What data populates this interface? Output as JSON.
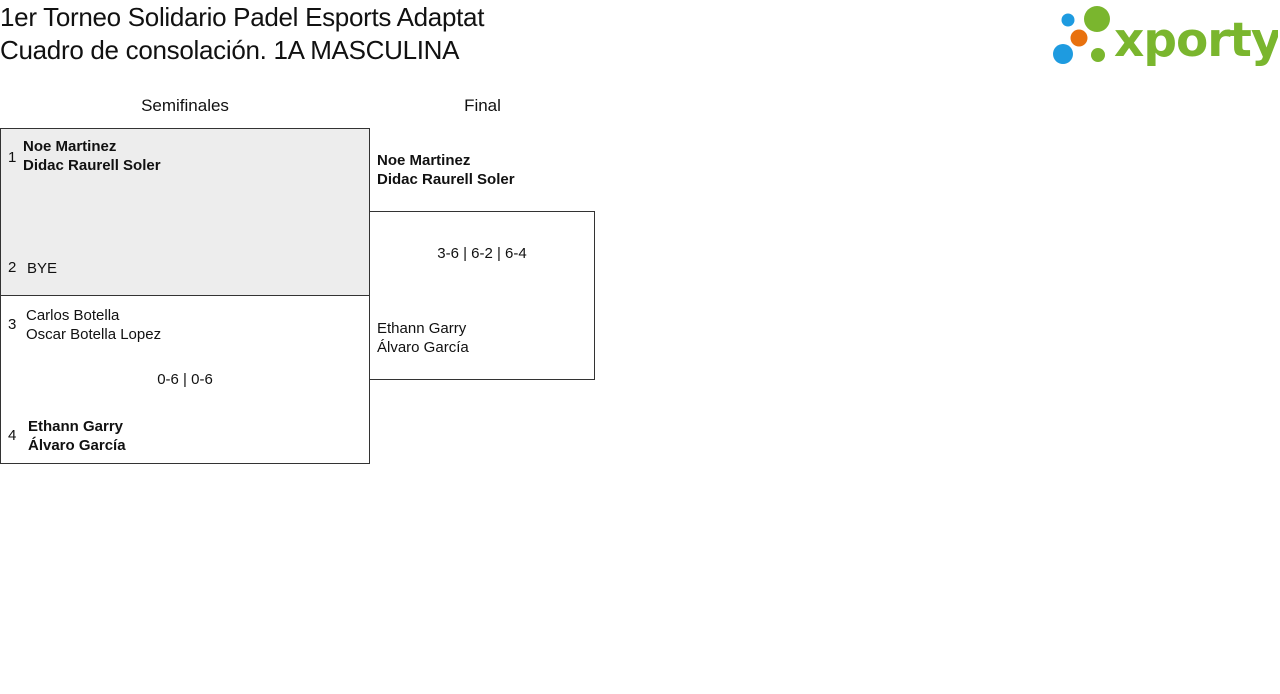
{
  "header": {
    "title_line1": "1er Torneo Solidario Padel Esports Adaptat",
    "title_line2": "Cuadro de consolación. 1A MASCULINA",
    "logo": {
      "text": "xporty",
      "colors": {
        "green": "#7ab62e",
        "blue": "#1e9be0",
        "orange": "#e8710e"
      }
    }
  },
  "rounds": [
    {
      "label": "Semifinales"
    },
    {
      "label": "Final"
    }
  ],
  "semifinals": [
    {
      "team_a": {
        "seed": "1",
        "player1": "Noe Martinez",
        "player2": "Didac Raurell Soler",
        "winner": true
      },
      "team_b": {
        "seed": "2",
        "player1": "BYE",
        "player2": "",
        "winner": false
      },
      "score": ""
    },
    {
      "team_a": {
        "seed": "3",
        "player1": "Carlos Botella",
        "player2": "Oscar Botella Lopez",
        "winner": false
      },
      "team_b": {
        "seed": "4",
        "player1": "Ethann Garry",
        "player2": "Álvaro García",
        "winner": true
      },
      "score": "0-6 | 0-6"
    }
  ],
  "final": {
    "team_a": {
      "player1": "Noe Martinez",
      "player2": "Didac Raurell Soler",
      "winner": true
    },
    "team_b": {
      "player1": "Ethann Garry",
      "player2": "Álvaro García",
      "winner": false
    },
    "score": "3-6 | 6-2 | 6-4"
  },
  "colors": {
    "bye_match_bg": "#ededed",
    "border": "#333333"
  }
}
